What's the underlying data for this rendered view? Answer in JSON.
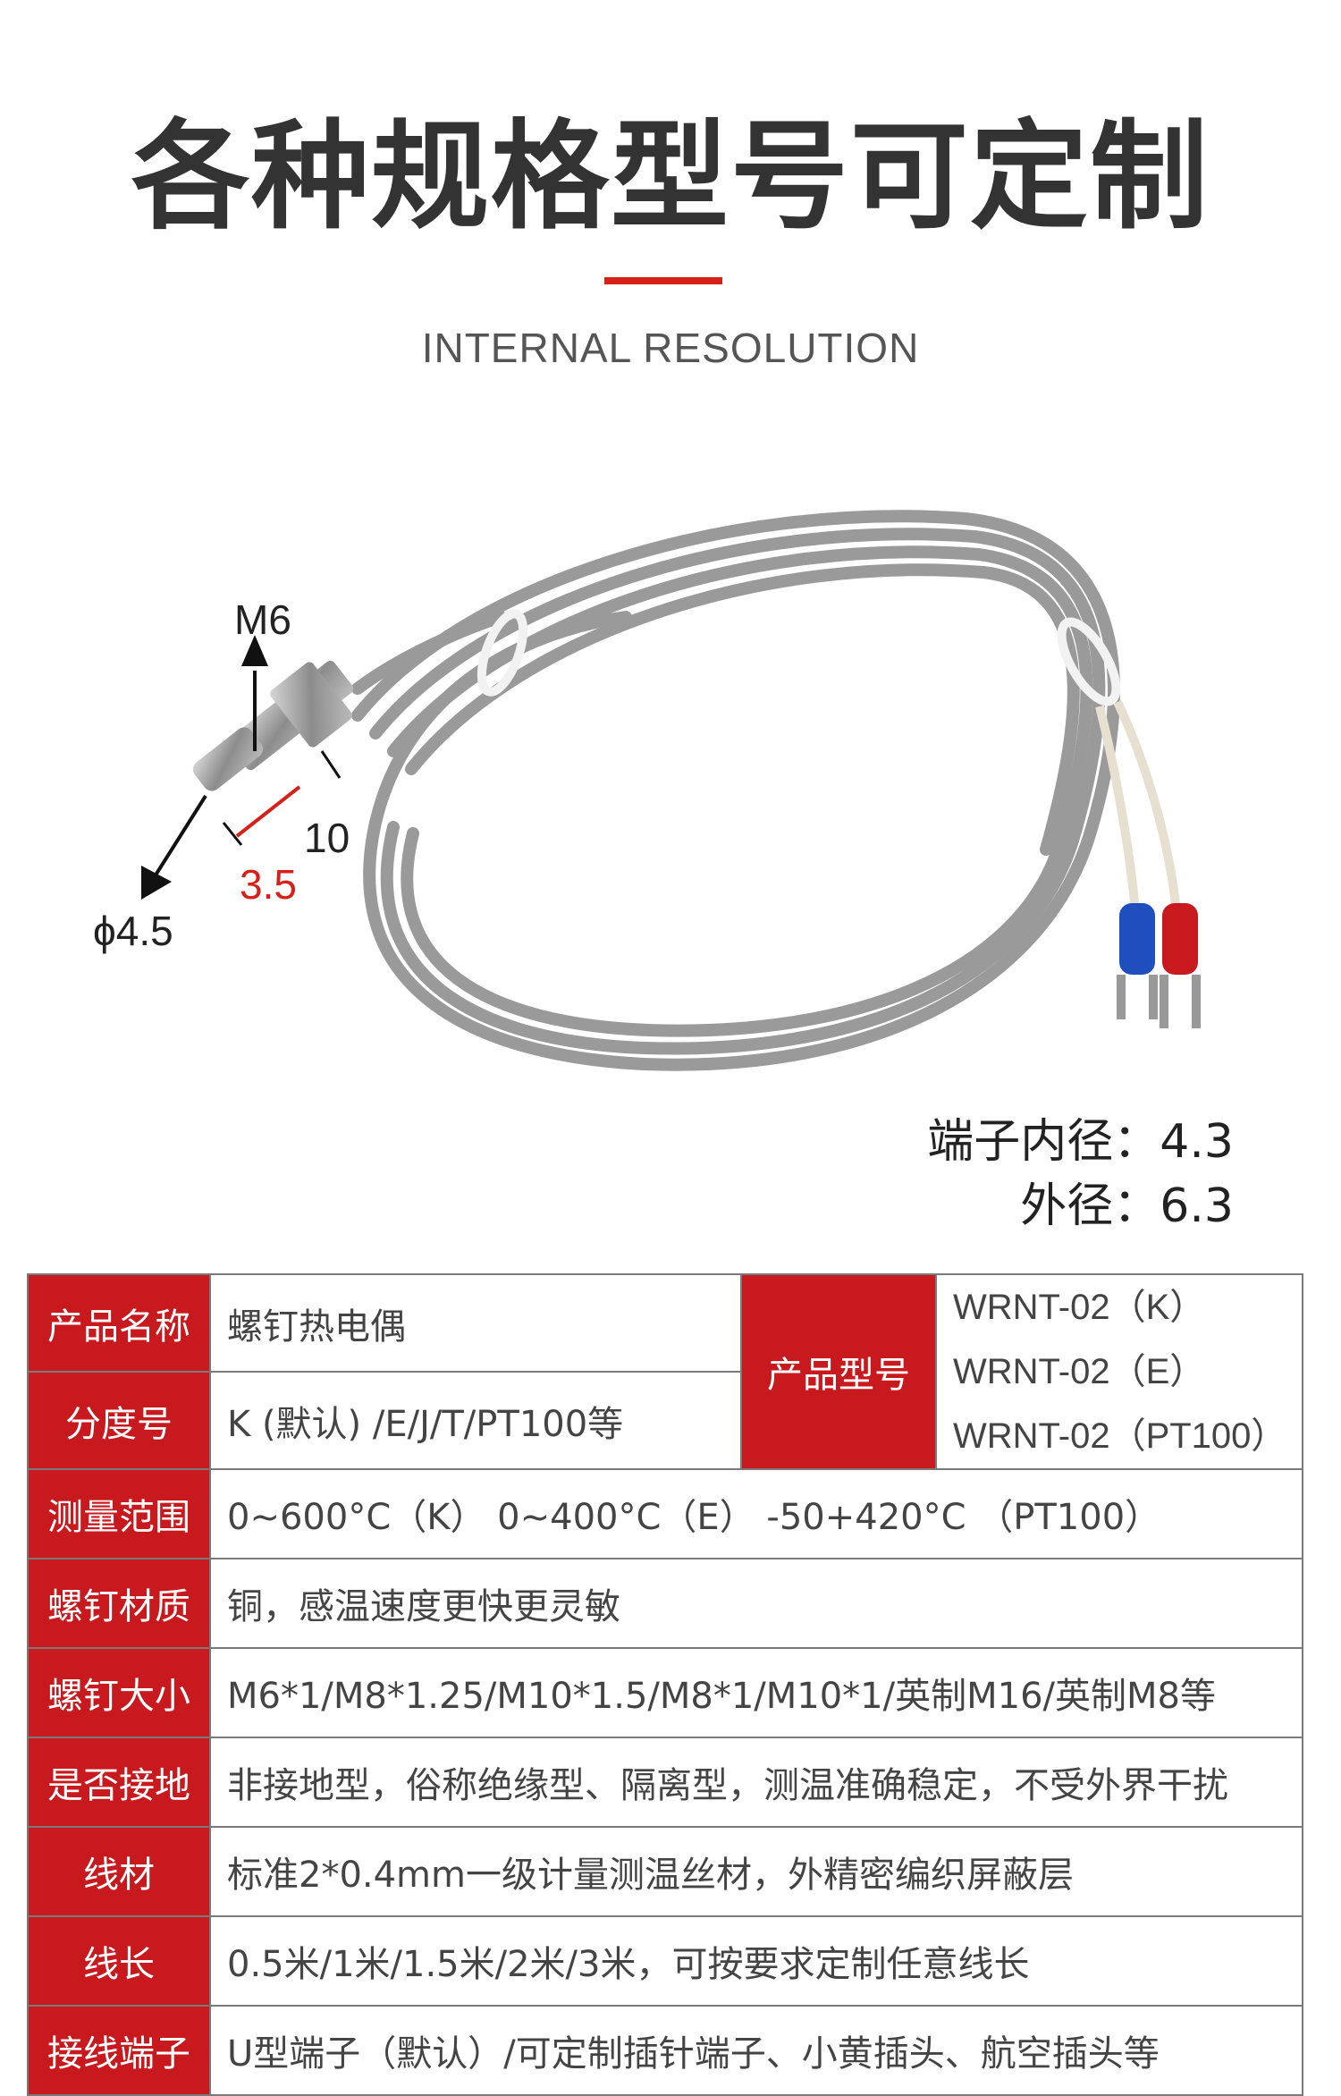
{
  "header": {
    "title": "各种规格型号可定制",
    "subtitle": "INTERNAL RESOLUTION"
  },
  "product_image": {
    "icon": "thermocouple-probe-image",
    "labels": {
      "thread": "M6",
      "length": "10",
      "tip": "3.5",
      "diameter": "ϕ4.5"
    },
    "terminal_inner": "端子内径：4.3",
    "terminal_outer": "外径：6.3"
  },
  "colors": {
    "accent": "#d72019",
    "header_cell": "#c8191e"
  },
  "spec_table": {
    "rows": [
      {
        "label": "产品名称",
        "value": "螺钉热电偶"
      },
      {
        "label": "分度号",
        "value": "K (默认) /E/J/T/PT100等"
      },
      {
        "label": "测量范围",
        "value": "0~600°C（K） 0~400°C（E） -50+420°C （PT100）"
      },
      {
        "label": "螺钉材质",
        "value": "铜，感温速度更快更灵敏"
      },
      {
        "label": "螺钉大小",
        "value": "M6*1/M8*1.25/M10*1.5/M8*1/M10*1/英制M16/英制M8等"
      },
      {
        "label": "是否接地",
        "value": "非接地型，俗称绝缘型、隔离型，测温准确稳定，不受外界干扰"
      },
      {
        "label": "线材",
        "value": "标准2*0.4mm一级计量测温丝材，外精密编织屏蔽层"
      },
      {
        "label": "线长",
        "value": "0.5米/1米/1.5米/2米/3米，可按要求定制任意线长"
      },
      {
        "label": "接线端子",
        "value": "U型端子（默认）/可定制插针端子、小黄插头、航空插头等"
      }
    ],
    "model_label": "产品型号",
    "models": [
      "WRNT-02（K）",
      "WRNT-02（E）",
      "WRNT-02（PT100）"
    ]
  }
}
